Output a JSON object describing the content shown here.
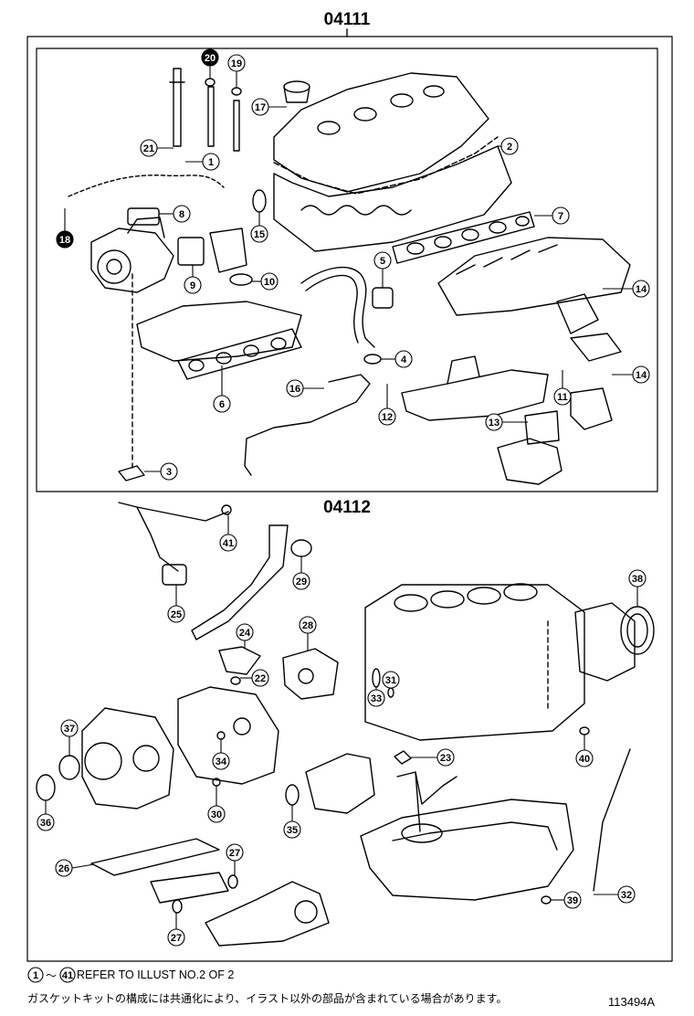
{
  "group_codes": {
    "upper": "04111",
    "lower": "04112"
  },
  "callouts": {
    "c1": "1",
    "c2": "2",
    "c3": "3",
    "c4": "4",
    "c5": "5",
    "c6": "6",
    "c7": "7",
    "c8": "8",
    "c9": "9",
    "c10": "10",
    "c11": "11",
    "c12": "12",
    "c13": "13",
    "c14": "14",
    "c15": "15",
    "c16": "16",
    "c17": "17",
    "c18": "18",
    "c19": "19",
    "c20": "20",
    "c21": "21",
    "c22": "22",
    "c23": "23",
    "c24": "24",
    "c25": "25",
    "c26": "26",
    "c27": "27",
    "c28": "28",
    "c29": "29",
    "c30": "30",
    "c31": "31",
    "c32": "32",
    "c33": "33",
    "c34": "34",
    "c35": "35",
    "c36": "36",
    "c37": "37",
    "c38": "38",
    "c39": "39",
    "c40": "40",
    "c41": "41"
  },
  "notes": {
    "range_start": "1",
    "range_sep": "～",
    "range_end": "41",
    "reference_text": " REFER TO ILLUST NO.2 OF 2",
    "japanese_text": "ガスケットキットの構成には共通化により、イラスト以外の部品が含まれている場合があります。"
  },
  "illustration_id": "113494A"
}
